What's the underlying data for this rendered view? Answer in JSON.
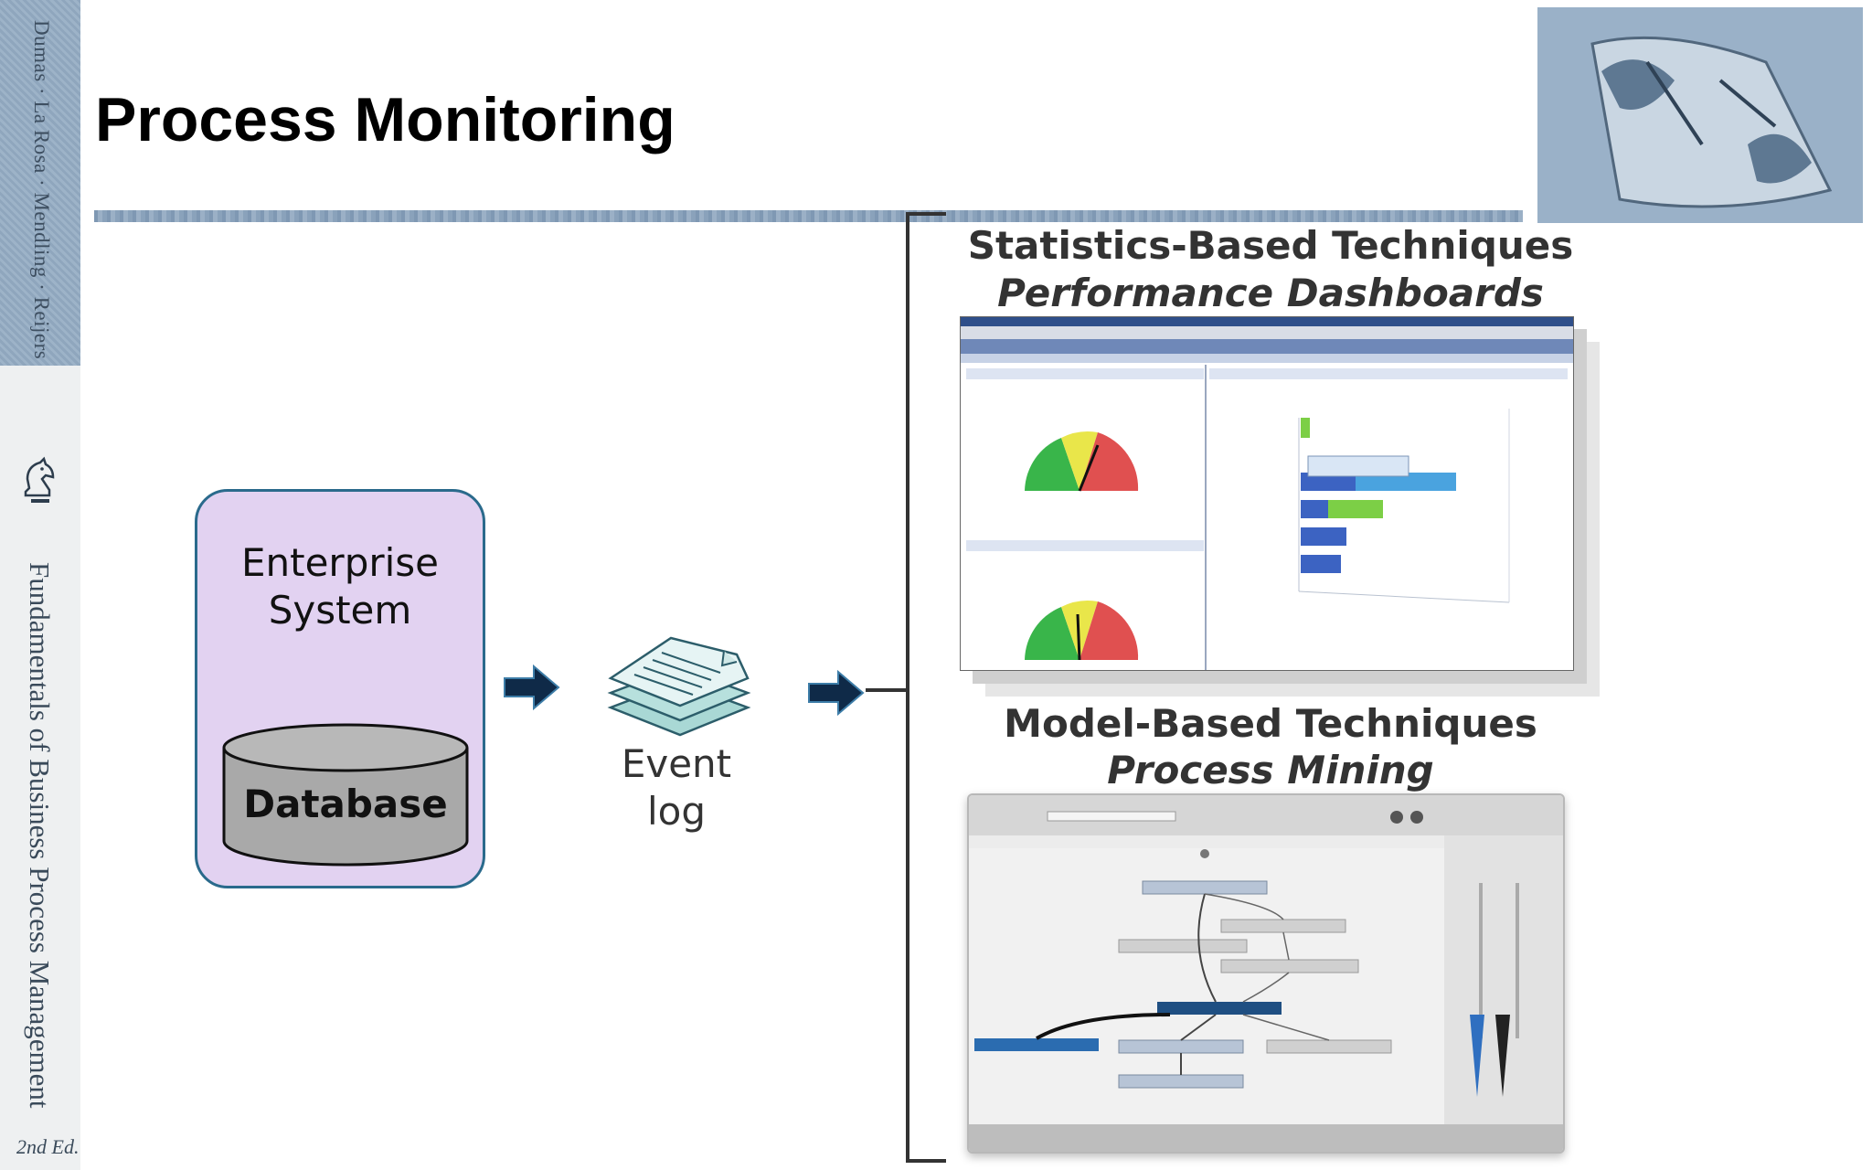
{
  "slide": {
    "title": "Process Monitoring"
  },
  "sidebar": {
    "authors": "Dumas · La Rosa · Mendling · Reijers",
    "series_title": "Fundamentals of Business Process Management",
    "edition": "2nd Ed."
  },
  "diagram": {
    "enterprise_system_label": "Enterprise System",
    "database_label": "Database",
    "event_log_label": "Event log"
  },
  "techniques": {
    "statistics_heading": "Statistics-Based Techniques",
    "statistics_subheading": "Performance Dashboards",
    "model_heading": "Model-Based Techniques",
    "model_subheading": "Process Mining"
  },
  "colors": {
    "enterprise_fill": "#e2d2f1",
    "enterprise_border": "#2a6a8c",
    "database_fill": "#a9a9a9",
    "arrow_fill": "#0f2a48",
    "log_fill": "#a9d8d5"
  },
  "icons": {
    "knight": "knight-logo-icon",
    "arrow": "arrow-right-icon",
    "log": "document-stack-icon",
    "database": "database-cylinder-icon"
  }
}
